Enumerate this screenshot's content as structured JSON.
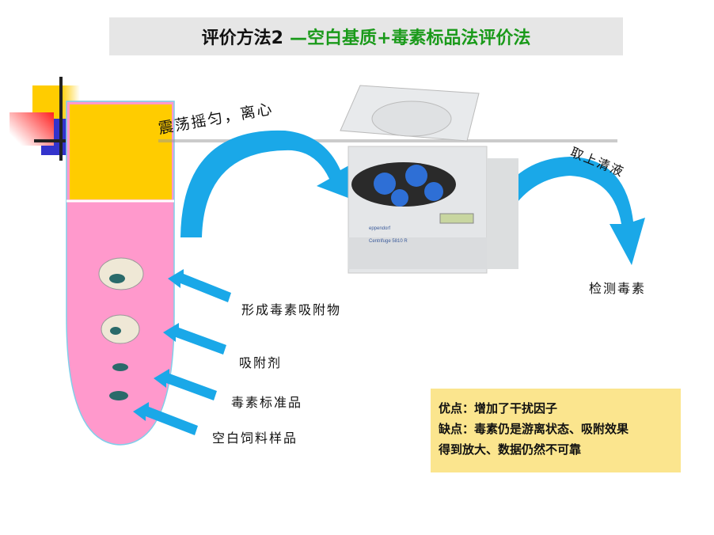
{
  "title": {
    "prefix": "评价方法2",
    "main": "—空白基质+毒素标品法评价法"
  },
  "steps": {
    "shake": "震荡摇匀，离心",
    "supernatant": "取上清液",
    "detect": "检测毒素"
  },
  "tube_labels": [
    "形成毒素吸附物",
    "吸附剂",
    "毒素标准品",
    "空白饲料样品"
  ],
  "centrifuge": {
    "brand": "eppendorf",
    "model": "Centrifuge 5810 R"
  },
  "notes": {
    "pros": "优点：增加了干扰因子",
    "cons_1": "缺点：毒素仍是游离状态、吸附效果",
    "cons_2": "得到放大、数据仍然不可靠"
  },
  "colors": {
    "arrow": "#1aa8e8",
    "tube_pink": "#ff99cc",
    "tube_yellow": "#ffcc00",
    "title_green": "#1a9a1a",
    "note_bg": "#fbe58e"
  }
}
